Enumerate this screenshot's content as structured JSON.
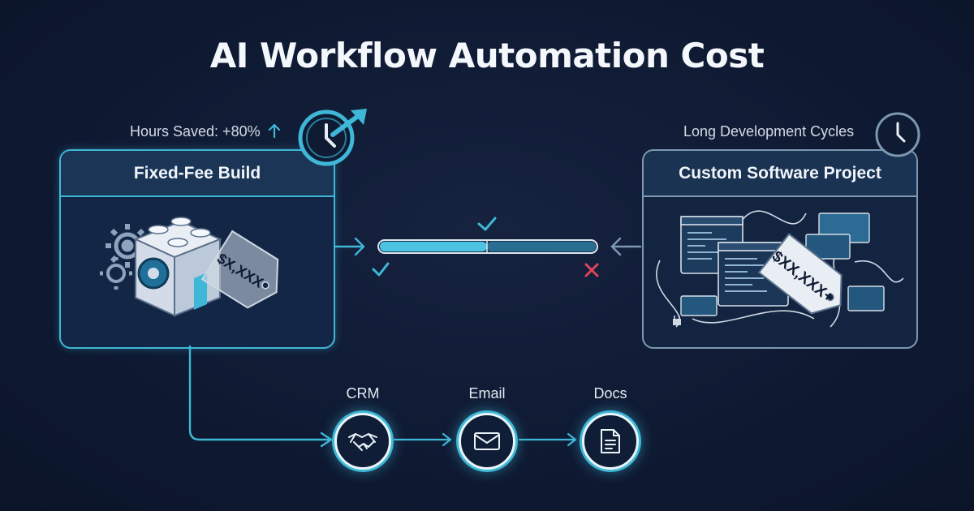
{
  "title": "AI Workflow Automation Cost",
  "colors": {
    "background": "#0f1a33",
    "accent": "#3fb7d6",
    "panel_border_right": "#7d98b2",
    "check": "#3fb7d6",
    "cross": "#e0435a"
  },
  "left": {
    "note": "Hours Saved: +80%",
    "note_icon": "arrow-up-icon",
    "badge_icon": "clock-arrow-icon",
    "header": "Fixed-Fee Build",
    "price_tag": "$X,XXX"
  },
  "right": {
    "note": "Long Development Cycles",
    "badge_icon": "clock-icon",
    "header": "Custom Software Project",
    "price_tag": "$XX,XXX+"
  },
  "comparison": {
    "bar_left_icon": "check-icon",
    "bar_right_icon": "cross-icon",
    "top_icon": "check-icon"
  },
  "flow": [
    {
      "label": "CRM",
      "icon": "handshake-icon"
    },
    {
      "label": "Email",
      "icon": "envelope-icon"
    },
    {
      "label": "Docs",
      "icon": "document-icon"
    }
  ]
}
